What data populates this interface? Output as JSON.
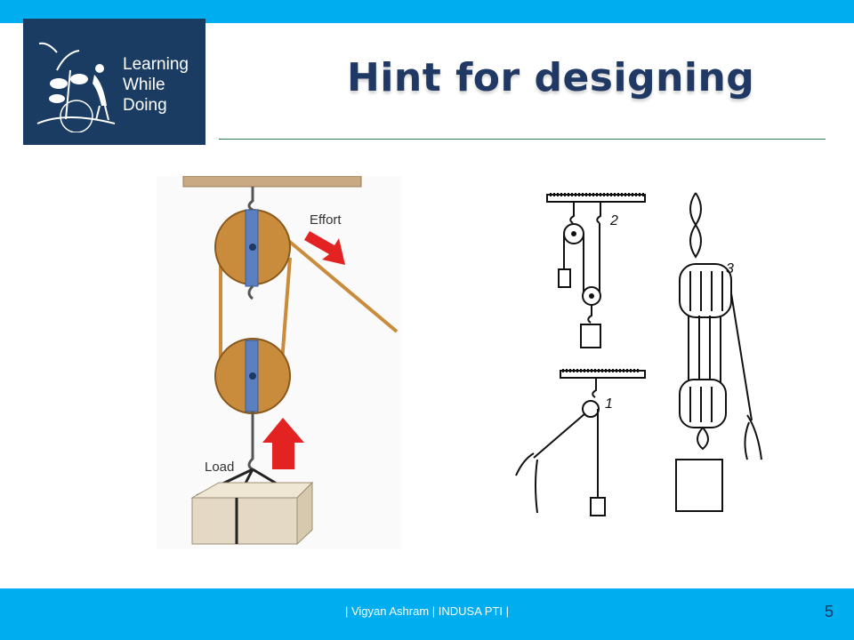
{
  "logo": {
    "line1": "Learning",
    "line2": "While",
    "line3": "Doing"
  },
  "title": "Hint for designing",
  "figure_left": {
    "effort_label": "Effort",
    "load_label": "Load"
  },
  "figure_right": {
    "label_1": "1",
    "label_2": "2",
    "label_3": "3"
  },
  "footer": {
    "text": "| Vigyan Ashram | INDUSA PTI |",
    "page_number": "5"
  },
  "colors": {
    "accent_bar": "#00adef",
    "logo_bg": "#1b3c62",
    "title": "#1f3864",
    "pulley": "#c98b3c",
    "arrow": "#e32222"
  }
}
